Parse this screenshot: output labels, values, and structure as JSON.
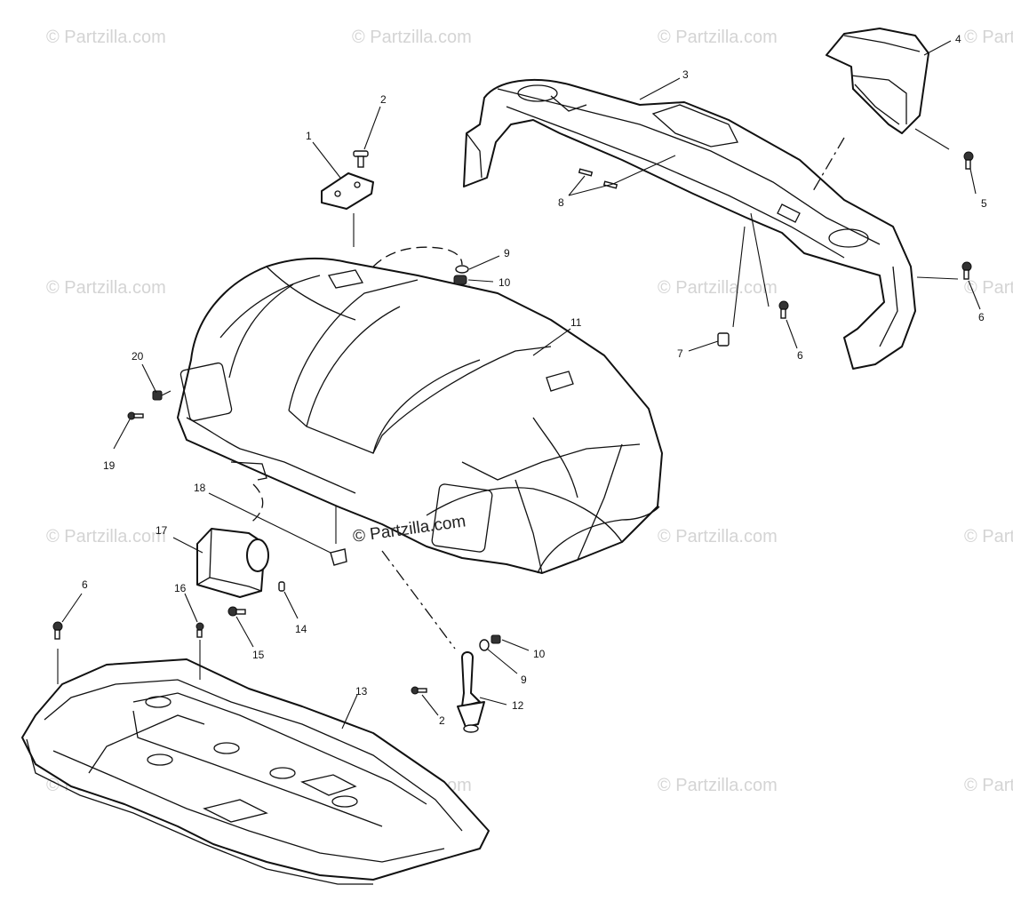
{
  "watermark": {
    "text": "© Partzilla.com",
    "center_text": "© Partzilla.com",
    "color": "#d4d4d4"
  },
  "callouts": {
    "c1": "1",
    "c2a": "2",
    "c2b": "2",
    "c3": "3",
    "c4": "4",
    "c5": "5",
    "c6a": "6",
    "c6b": "6",
    "c6c": "6",
    "c7": "7",
    "c8": "8",
    "c9a": "9",
    "c9b": "9",
    "c10a": "10",
    "c10b": "10",
    "c11": "11",
    "c12": "12",
    "c13": "13",
    "c14": "14",
    "c15": "15",
    "c16": "16",
    "c17": "17",
    "c18": "18",
    "c19": "19",
    "c20": "20"
  }
}
